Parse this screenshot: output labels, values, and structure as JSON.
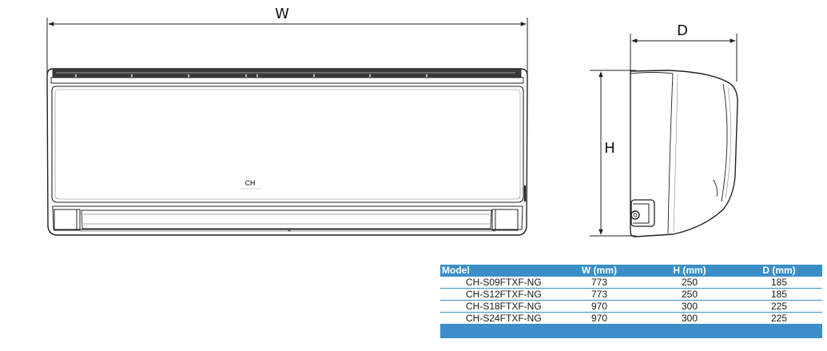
{
  "dimensions": {
    "width_label": "W",
    "depth_label": "D",
    "height_label": "H"
  },
  "logo": {
    "text": "CH"
  },
  "colors": {
    "table_accent": "#3a8fc8",
    "line": "#222222"
  },
  "table": {
    "headers": [
      "Model",
      "W (mm)",
      "H (mm)",
      "D (mm)"
    ],
    "rows": [
      [
        "CH-S09FTXF-NG",
        "773",
        "250",
        "185"
      ],
      [
        "CH-S12FTXF-NG",
        "773",
        "250",
        "185"
      ],
      [
        "CH-S18FTXF-NG",
        "970",
        "300",
        "225"
      ],
      [
        "CH-S24FTXF-NG",
        "970",
        "300",
        "225"
      ]
    ]
  }
}
